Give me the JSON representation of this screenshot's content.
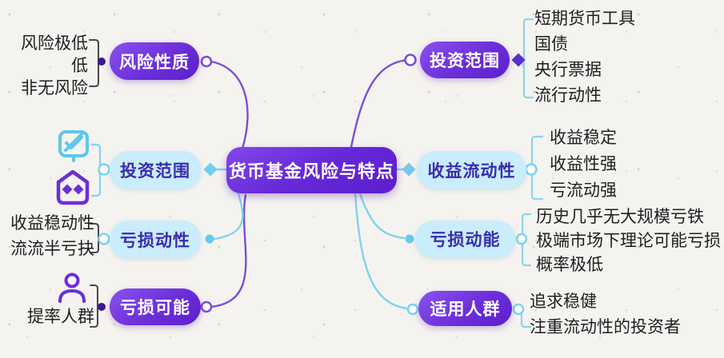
{
  "title": "货币基金风险与特点",
  "branches": [
    {
      "label": "风险性质",
      "side": "left",
      "items": [
        "风险极低",
        "低",
        "非无风险"
      ]
    },
    {
      "label": "投资范围",
      "side": "left",
      "items": []
    },
    {
      "label": "亏损动性",
      "side": "left",
      "items": [
        "收益稳动性",
        "流流半亏抉"
      ]
    },
    {
      "label": "亏损可能",
      "side": "left",
      "items": [
        "提率人群"
      ]
    },
    {
      "label": "投资范围",
      "side": "right",
      "items": [
        "短期货币工具",
        "国债",
        "央行票据",
        "流行动性"
      ]
    },
    {
      "label": "收益流动性",
      "side": "right",
      "items": [
        "收益稳定",
        "收益性强",
        "亏流动强"
      ]
    },
    {
      "label": "亏损动能",
      "side": "right",
      "items": [
        "历史几乎无大规模亏铁",
        "极端市场下理论可能亏损",
        "概率极低"
      ]
    },
    {
      "label": "适用人群",
      "side": "right",
      "items": [
        "追求稳健",
        "注重流动性的投资者"
      ]
    }
  ],
  "icons": [
    "check-board-icon",
    "robot-icon",
    "person-icon"
  ],
  "colors": {
    "node_purple": "#6c2fd9",
    "node_cyan_bg": "#c9edfa",
    "node_cyan_text": "#3b2bae",
    "line_purple": "#7a4fd6",
    "line_cyan": "#6fcfee",
    "dot_dark": "#3a1a8f",
    "text": "#1f1f22",
    "paper": "#f5f3ef"
  }
}
